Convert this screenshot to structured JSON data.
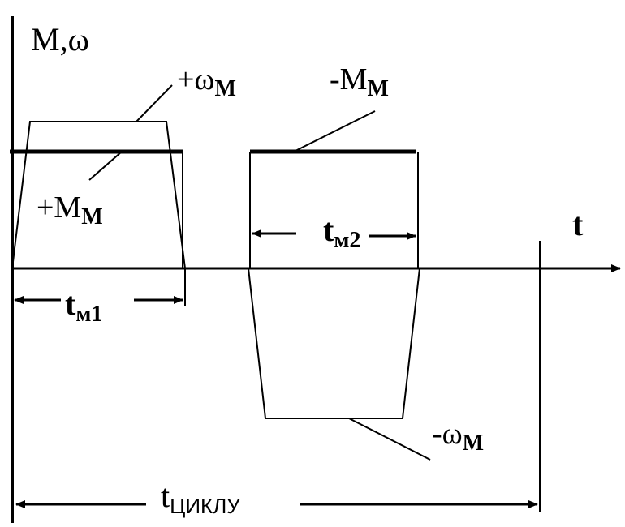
{
  "diagram": {
    "axis_label": "M,ω",
    "time_label": "t",
    "labels": {
      "omega_pos": {
        "prefix": "+ω",
        "sub": "M"
      },
      "moment_neg": {
        "prefix": "-M",
        "sub": "M"
      },
      "moment_pos": {
        "prefix": "+M",
        "sub": "M"
      },
      "omega_neg": {
        "prefix": "-ω",
        "sub": "M"
      },
      "tm1": {
        "main": "t",
        "sub": "м1"
      },
      "tm2": {
        "main": "t",
        "sub": "м2"
      },
      "tcycle": {
        "main": "t",
        "sub": "ЦИКЛУ"
      }
    },
    "colors": {
      "stroke": "#000000",
      "background": "#ffffff"
    }
  }
}
